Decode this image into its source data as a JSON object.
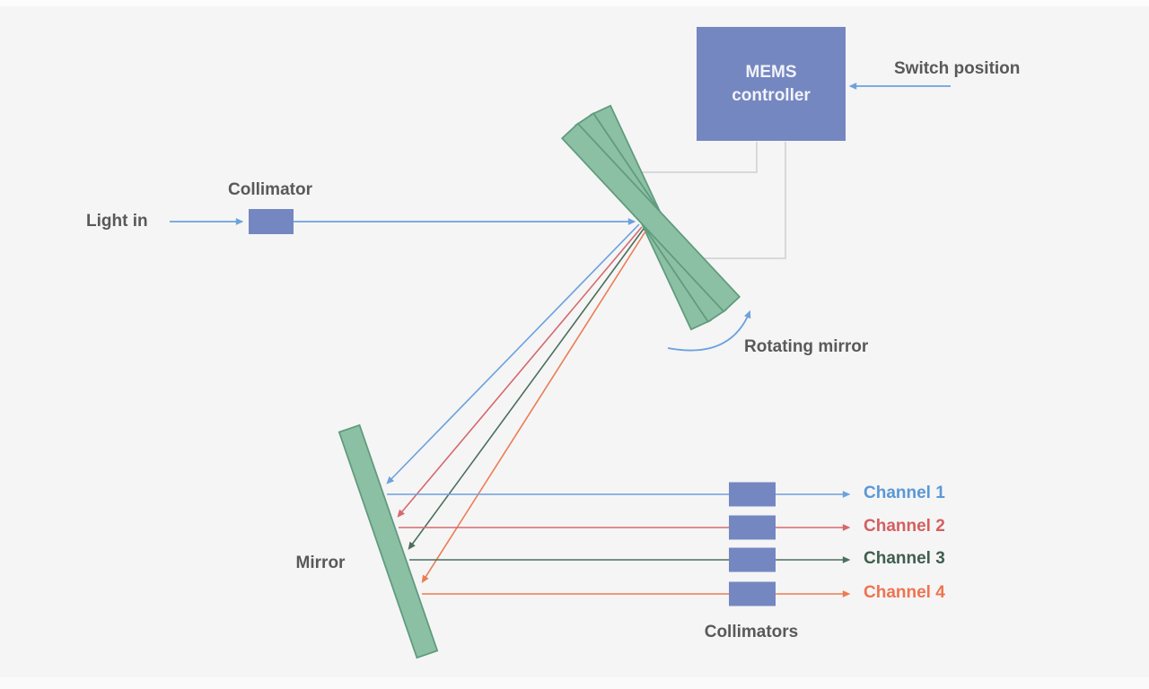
{
  "labels": {
    "light_in": "Light in",
    "collimator": "Collimator",
    "mems_line1": "MEMS",
    "mems_line2": "controller",
    "switch_position": "Switch position",
    "rotating_mirror": "Rotating mirror",
    "mirror": "Mirror",
    "collimators": "Collimators"
  },
  "channels": [
    {
      "label": "Channel 1",
      "color": "#5b98d4"
    },
    {
      "label": "Channel 2",
      "color": "#d45f5f"
    },
    {
      "label": "Channel 3",
      "color": "#415e4e"
    },
    {
      "label": "Channel 4",
      "color": "#ee7450"
    }
  ],
  "colors": {
    "beam_blue": "#6ca2dc",
    "beam_red": "#d5696b",
    "beam_green": "#4c6f5c",
    "beam_orange": "#ec7c52",
    "component_blue": "#7487c1",
    "mirror_fill": "#8cc0a4",
    "mirror_stroke": "#619b7d",
    "connector_gray": "#d4d4d6",
    "label_gray": "#595959",
    "box_text": "#f2f3f9",
    "background": "#f5f5f6"
  }
}
